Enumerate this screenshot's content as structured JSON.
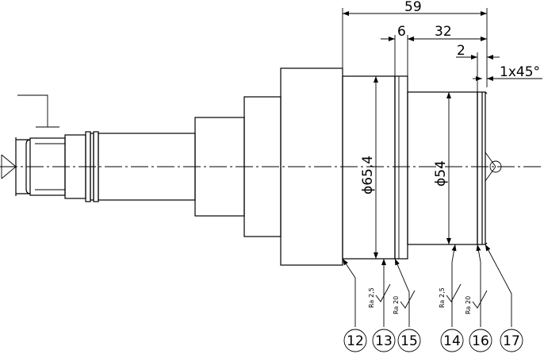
{
  "dimensions": {
    "overall_length": "59",
    "groove_width": "6",
    "shoulder_length": "32",
    "small_offset": "2",
    "chamfer": "1x45°",
    "diameter_large": "ϕ65,4",
    "diameter_small": "ϕ54"
  },
  "roughness": [
    {
      "label": "Ra",
      "value": "2,5"
    },
    {
      "label": "Ra",
      "value": "20"
    },
    {
      "label": "Ra",
      "value": "2,5"
    },
    {
      "label": "Ra",
      "value": "20"
    }
  ],
  "balloons": [
    "12",
    "13",
    "15",
    "14",
    "16",
    "17"
  ]
}
